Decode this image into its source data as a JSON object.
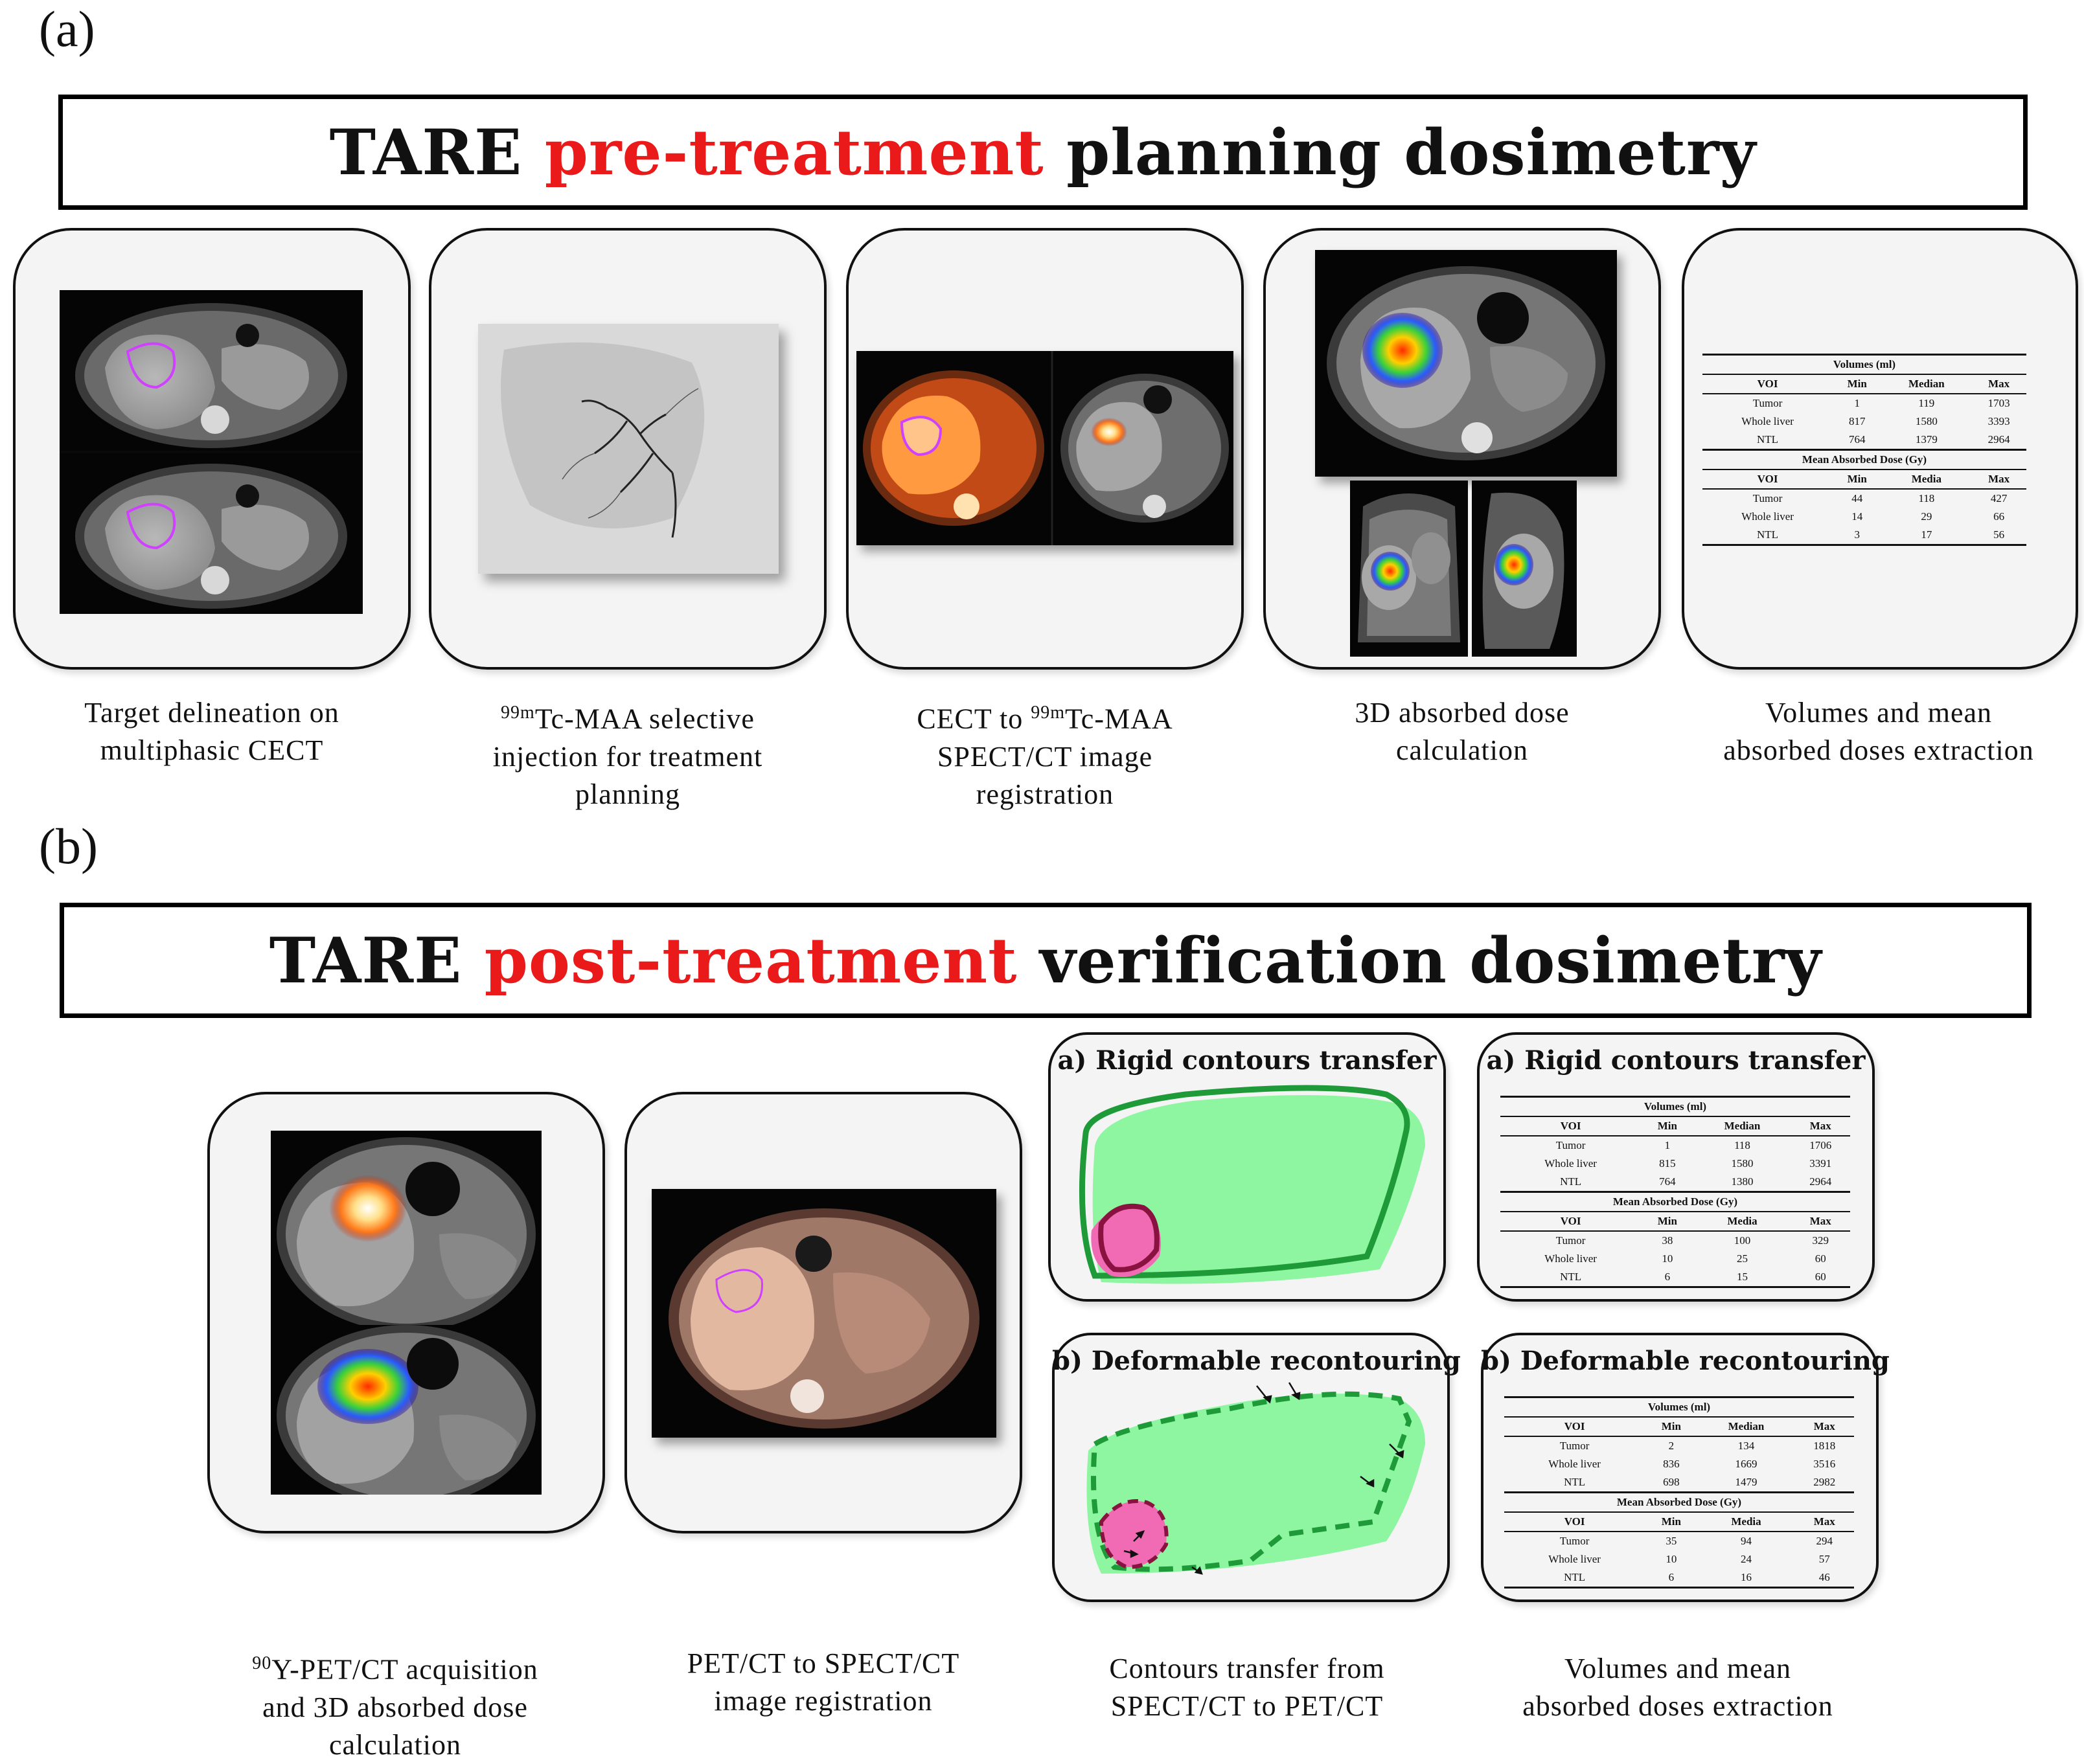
{
  "panel_a": {
    "label": "(a)",
    "banner": {
      "pre": "TARE ",
      "highlight": "pre-treatment",
      "post": " planning dosimetry"
    },
    "captions": [
      {
        "lines": [
          "Target delineation on",
          "multiphasic CECT"
        ]
      },
      {
        "sup1": "99m",
        "l1": "Tc-MAA selective",
        "l2": "injection for treatment",
        "l3": "planning"
      },
      {
        "l1a": "CECT to ",
        "sup": "99m",
        "l1b": "Tc-MAA",
        "l2": "SPECT/CT image",
        "l3": "registration"
      },
      {
        "lines": [
          "3D absorbed dose",
          "calculation"
        ]
      },
      {
        "lines": [
          "Volumes and mean",
          "absorbed doses extraction"
        ]
      }
    ],
    "table": {
      "volumes_title": "Volumes (ml)",
      "vol_headers": [
        "VOI",
        "Min",
        "Median",
        "Max"
      ],
      "vol_rows": [
        [
          "Tumor",
          "1",
          "119",
          "1703"
        ],
        [
          "Whole liver",
          "817",
          "1580",
          "3393"
        ],
        [
          "NTL",
          "764",
          "1379",
          "2964"
        ]
      ],
      "dose_title": "Mean Absorbed Dose (Gy)",
      "dose_headers": [
        "VOI",
        "Min",
        "Media",
        "Max"
      ],
      "dose_rows": [
        [
          "Tumor",
          "44",
          "118",
          "427"
        ],
        [
          "Whole liver",
          "14",
          "29",
          "66"
        ],
        [
          "NTL",
          "3",
          "17",
          "56"
        ]
      ]
    }
  },
  "panel_b": {
    "label": "(b)",
    "banner": {
      "pre": "TARE ",
      "highlight": "post-treatment",
      "post": " verification dosimetry"
    },
    "rigid_title": "a) Rigid contours transfer",
    "deform_title": "b) Deformable recontouring",
    "captions": [
      {
        "sup": "90",
        "l1": "Y-PET/CT acquisition",
        "l2": "and 3D absorbed dose",
        "l3": "calculation"
      },
      {
        "lines": [
          "PET/CT to SPECT/CT",
          "image registration"
        ]
      },
      {
        "lines": [
          "Contours transfer from",
          "SPECT/CT to PET/CT"
        ]
      },
      {
        "lines": [
          "Volumes and mean",
          "absorbed doses extraction"
        ]
      }
    ],
    "table_rigid": {
      "volumes_title": "Volumes (ml)",
      "vol_headers": [
        "VOI",
        "Min",
        "Median",
        "Max"
      ],
      "vol_rows": [
        [
          "Tumor",
          "1",
          "118",
          "1706"
        ],
        [
          "Whole liver",
          "815",
          "1580",
          "3391"
        ],
        [
          "NTL",
          "764",
          "1380",
          "2964"
        ]
      ],
      "dose_title": "Mean Absorbed Dose (Gy)",
      "dose_headers": [
        "VOI",
        "Min",
        "Media",
        "Max"
      ],
      "dose_rows": [
        [
          "Tumor",
          "38",
          "100",
          "329"
        ],
        [
          "Whole liver",
          "10",
          "25",
          "60"
        ],
        [
          "NTL",
          "6",
          "15",
          "60"
        ]
      ]
    },
    "table_deform": {
      "volumes_title": "Volumes (ml)",
      "vol_headers": [
        "VOI",
        "Min",
        "Median",
        "Max"
      ],
      "vol_rows": [
        [
          "Tumor",
          "2",
          "134",
          "1818"
        ],
        [
          "Whole liver",
          "836",
          "1669",
          "3516"
        ],
        [
          "NTL",
          "698",
          "1479",
          "2982"
        ]
      ],
      "dose_title": "Mean Absorbed Dose (Gy)",
      "dose_headers": [
        "VOI",
        "Min",
        "Media",
        "Max"
      ],
      "dose_rows": [
        [
          "Tumor",
          "35",
          "94",
          "294"
        ],
        [
          "Whole liver",
          "10",
          "24",
          "57"
        ],
        [
          "NTL",
          "6",
          "16",
          "46"
        ]
      ]
    }
  },
  "colors": {
    "highlight": "#ea1a1a",
    "liver_fill": "#8ef5a0",
    "liver_stroke": "#1f9a38",
    "tumor_fill": "#f06bb3",
    "tumor_stroke": "#8a1240"
  }
}
